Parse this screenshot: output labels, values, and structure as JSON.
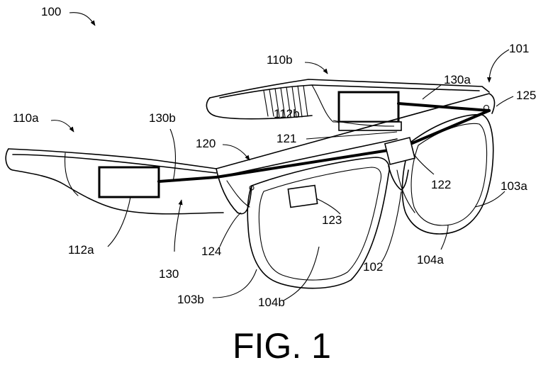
{
  "figure": {
    "caption": "FIG. 1",
    "labels": [
      {
        "id": "100",
        "text": "100"
      },
      {
        "id": "101",
        "text": "101"
      },
      {
        "id": "110a",
        "text": "110a"
      },
      {
        "id": "110b",
        "text": "110b"
      },
      {
        "id": "130a",
        "text": "130a"
      },
      {
        "id": "125",
        "text": "125"
      },
      {
        "id": "112b",
        "text": "112b"
      },
      {
        "id": "121",
        "text": "121"
      },
      {
        "id": "130b",
        "text": "130b"
      },
      {
        "id": "120",
        "text": "120"
      },
      {
        "id": "122",
        "text": "122"
      },
      {
        "id": "103a",
        "text": "103a"
      },
      {
        "id": "123",
        "text": "123"
      },
      {
        "id": "112a",
        "text": "112a"
      },
      {
        "id": "130",
        "text": "130"
      },
      {
        "id": "124",
        "text": "124"
      },
      {
        "id": "102",
        "text": "102"
      },
      {
        "id": "104a",
        "text": "104a"
      },
      {
        "id": "103b",
        "text": "103b"
      },
      {
        "id": "104b",
        "text": "104b"
      }
    ]
  }
}
